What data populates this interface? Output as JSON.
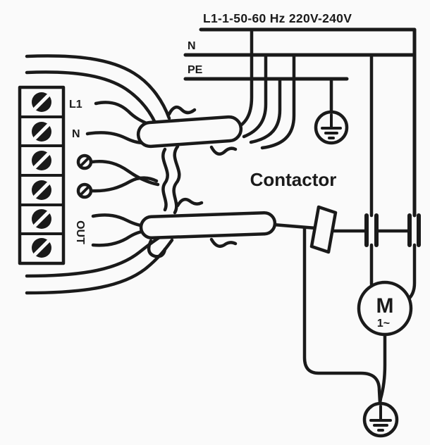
{
  "canvas": {
    "paper": "#fafafa",
    "ink": "#1a1a1a"
  },
  "bus": {
    "supply_rating": "L1-1-50-60 Hz 220V-240V",
    "neutral": "N",
    "protective_earth": "PE"
  },
  "terminals": {
    "l1": "L1",
    "n": "N",
    "out": "OUT"
  },
  "contactor": {
    "label": "Contactor"
  },
  "motor": {
    "letter": "M",
    "phase": "1~"
  }
}
